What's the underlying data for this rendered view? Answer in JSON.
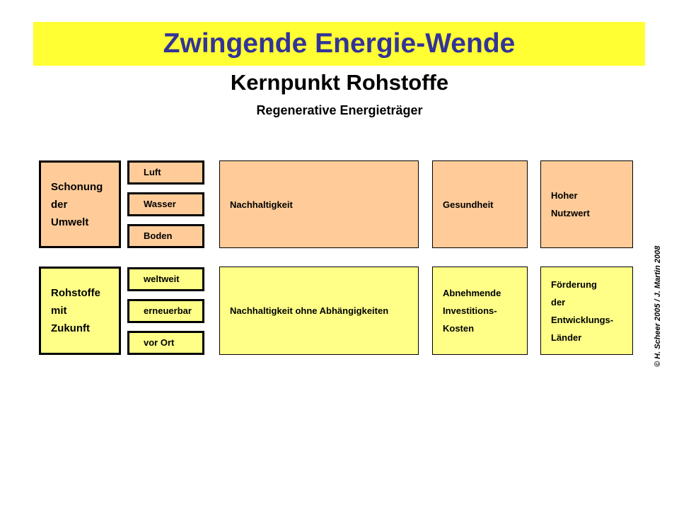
{
  "header": {
    "title": "Zwingende Energie-Wende",
    "subtitle": "Kernpunkt Rohstoffe",
    "sub_subtitle": "Regenerative Energieträger",
    "banner_color": "#ffff33",
    "title_color": "#333399"
  },
  "colors": {
    "row1_fill": "#ffcc99",
    "row2_fill": "#ffff88",
    "border": "#000000"
  },
  "rows": [
    {
      "id": "row-1",
      "fill": "#ffcc99",
      "category": {
        "lines": [
          "Schonung",
          "der",
          "Umwelt"
        ]
      },
      "tags": [
        "Luft",
        "Wasser",
        "Boden"
      ],
      "cells": [
        {
          "lines": [
            "Nachhaltigkeit"
          ]
        },
        {
          "lines": [
            "Gesundheit"
          ]
        },
        {
          "lines": [
            "Hoher",
            "Nutzwert"
          ]
        }
      ]
    },
    {
      "id": "row-2",
      "fill": "#ffff88",
      "category": {
        "lines": [
          "Rohstoffe",
          "mit",
          "Zukunft"
        ]
      },
      "tags": [
        "weltweit",
        "erneuerbar",
        "vor Ort"
      ],
      "cells": [
        {
          "lines": [
            "Nachhaltigkeit ohne Abhängigkeiten"
          ]
        },
        {
          "lines": [
            "Abnehmende",
            "Investitions-",
            "Kosten"
          ]
        },
        {
          "lines": [
            "Förderung",
            "der",
            "Entwicklungs-",
            "Länder"
          ]
        }
      ]
    }
  ],
  "footer": {
    "copyright": "© H. Scheer 2005 / J. Martin 2008"
  }
}
